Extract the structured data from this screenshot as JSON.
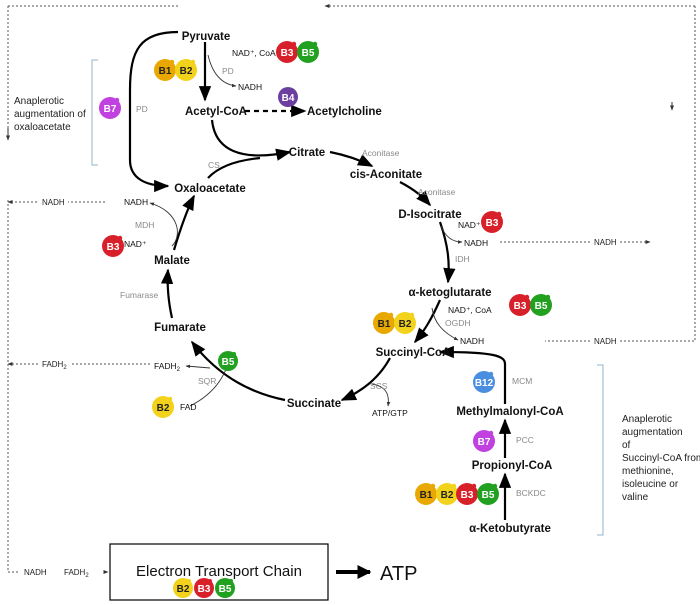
{
  "metabolites": {
    "pyruvate": "Pyruvate",
    "acetyl_coa": "Acetyl-CoA",
    "acetylcholine": "Acetylcholine",
    "citrate": "Citrate",
    "cis_aconitate": "cis-Aconitate",
    "d_isocitrate": "D-Isocitrate",
    "a_ketoglutarate": "α-ketoglutarate",
    "succinyl_coa": "Succinyl-CoA",
    "succinate": "Succinate",
    "fumarate": "Fumarate",
    "malate": "Malate",
    "oxaloacetate": "Oxaloacetate",
    "methylmalonyl_coa": "Methylmalonyl-CoA",
    "propionyl_coa": "Propionyl-CoA",
    "a_ketobutyrate": "α-Ketobutyrate"
  },
  "enzymes": {
    "pd_top": "PD",
    "pd_left": "PD",
    "cs": "CS",
    "aconitase_1": "Aconitase",
    "aconitase_2": "Aconitase",
    "idh": "IDH",
    "ogdh": "OGDH",
    "scs": "SCS",
    "sqr": "SQR",
    "fumarase": "Fumarase",
    "mdh": "MDH",
    "mcm": "MCM",
    "pcc": "PCC",
    "bckdc": "BCKDC"
  },
  "cofactors": {
    "pd_in": "NAD⁺, CoA",
    "pd_out": "NADH",
    "idh_in": "NAD⁺",
    "idh_out": "NADH",
    "ogdh_in": "NAD⁺, CoA",
    "ogdh_out": "NADH",
    "scs_out": "ATP/GTP",
    "sqr_out": "FADH",
    "sqr_out_sub": "2",
    "sqr_in": "FAD",
    "mdh_out": "NADH",
    "mdh_in": "NAD⁺"
  },
  "side_outputs": {
    "nadh_left": "NADH",
    "fadh_left": "FADH",
    "fadh_left_sub": "2",
    "nadh_right_1": "NADH",
    "nadh_right_2": "NADH",
    "bottom_nadh": "NADH",
    "bottom_fadh": "FADH",
    "bottom_fadh_sub": "2"
  },
  "notes": {
    "left": [
      "Anaplerotic",
      "augmentation of",
      "oxaloacetate"
    ],
    "right": [
      "Anaplerotic",
      "augmentation",
      "of",
      "Succinyl-CoA from",
      "methionine,",
      "isoleucine or",
      "valine"
    ]
  },
  "vitamins": {
    "b1": "B1",
    "b2": "B2",
    "b3": "B3",
    "b4": "B4",
    "b5": "B5",
    "b7": "B7",
    "b12": "B12"
  },
  "etc": {
    "label": "Electron Transport Chain",
    "product": "ATP"
  },
  "colors": {
    "b1": "#e8a800",
    "b2": "#f2d21a",
    "b3": "#d8202a",
    "b4": "#6a3fa0",
    "b5": "#22a020",
    "b7": "#c040e0",
    "b12": "#4a8ee0",
    "bracket": "#8fb4cc",
    "enzyme": "#8a8a8a",
    "dashed": "#555555"
  }
}
